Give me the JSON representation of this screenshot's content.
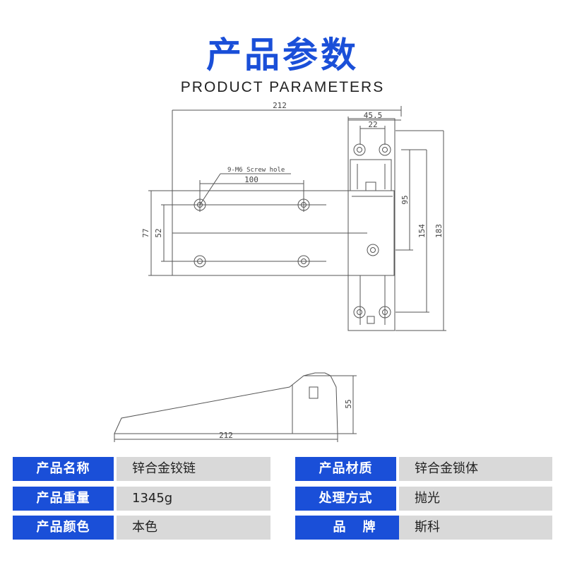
{
  "header": {
    "title": "产品参数",
    "subtitle": "PRODUCT PARAMETERS"
  },
  "drawing": {
    "top_view": {
      "dim_total_width": "212",
      "dim_hinge_width": "45.5",
      "dim_hinge_inner": "22",
      "screw_note": "9-M6 Screw hole",
      "dim_hole_spacing": "100",
      "dim_plate_height": "77",
      "dim_hole_vertical": "52",
      "dim_95": "95",
      "dim_154": "154",
      "dim_183": "183"
    },
    "side_view": {
      "dim_length": "212",
      "dim_height": "55"
    }
  },
  "specs": {
    "left": [
      {
        "label": "产品名称",
        "value": "锌合金铰链"
      },
      {
        "label": "产品重量",
        "value": "1345g"
      },
      {
        "label": "产品颜色",
        "value": "本色"
      }
    ],
    "right": [
      {
        "label": "产品材质",
        "value": "锌合金锁体"
      },
      {
        "label": "处理方式",
        "value": "抛光"
      },
      {
        "label": "品牌",
        "value": "斯科"
      }
    ]
  },
  "colors": {
    "accent": "#1a4fd8",
    "value_bg": "#d9d9d9",
    "line": "#555555"
  }
}
